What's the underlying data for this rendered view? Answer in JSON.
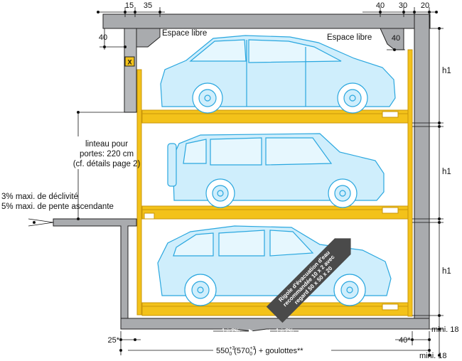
{
  "top_dims_left": {
    "a": "15",
    "b": "35",
    "c": "40"
  },
  "top_dims_right": {
    "a": "40",
    "b": "30",
    "c": "20",
    "d": "40"
  },
  "clearance_left": "Espace libre",
  "clearance_right": "Espace libre",
  "marker": "X",
  "level_heights": [
    "h1",
    "h1",
    "h1"
  ],
  "lintel_note": [
    "linteau pour",
    "portes: 220 cm",
    "(cf. détails page 2)"
  ],
  "ramp_note": [
    "3% maxi. de déclivité",
    "5% maxi. de pente ascendante"
  ],
  "slope_labels": {
    "left": "1 à 2%",
    "right": "1 à 2%"
  },
  "drain_note": [
    "Rigole d'évacuation d'eau",
    "recommandée 10 x 2 avec",
    "regard 50 x 50 x 20"
  ],
  "bottom_dims": {
    "left": "25*",
    "right": "40*",
    "mini_upper": "mini. 18",
    "mini_lower": "mini. 18"
  },
  "width_dim": {
    "base": "550",
    "sup1": "+3",
    "sub1": "0",
    "mid": "(570",
    "sup2": "+3",
    "sub2": "0",
    "tail": ") + goulottes**"
  },
  "colors": {
    "wall": "#a9abae",
    "wall_dark": "#8f9194",
    "platform": "#f3c21a",
    "platform_edge": "#c9960a",
    "car_fill": "#cfeefc",
    "car_line": "#2aa7df",
    "ink": "#111111"
  }
}
